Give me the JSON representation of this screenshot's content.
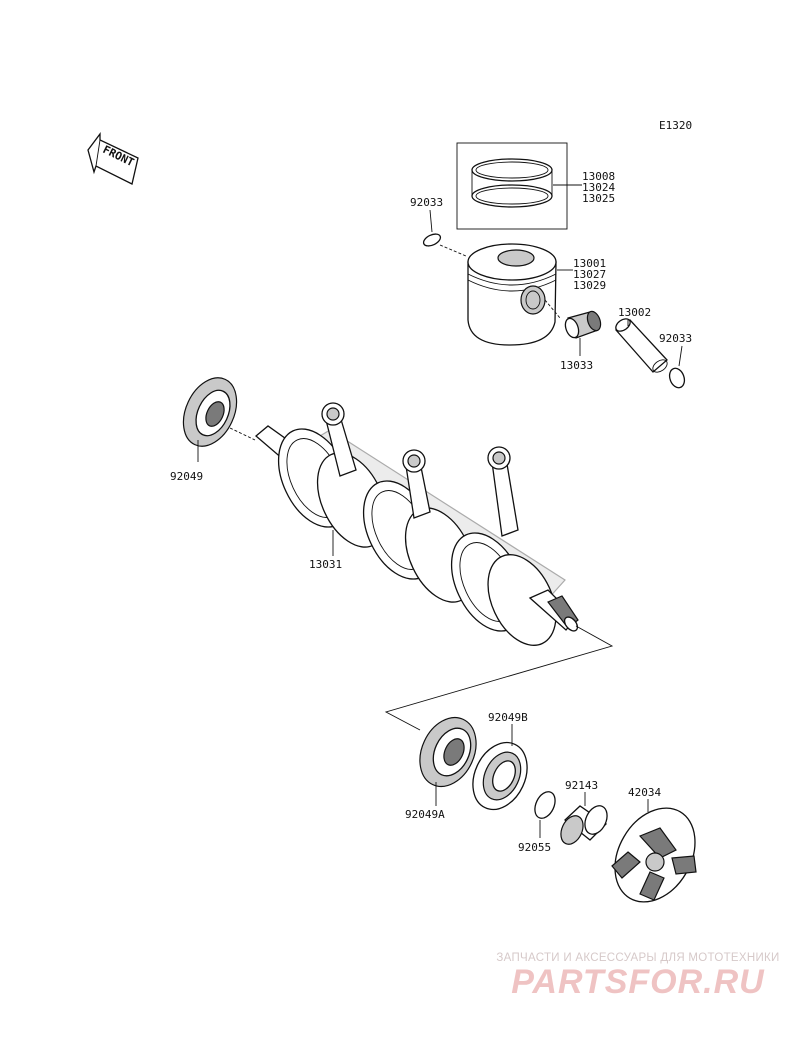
{
  "diagram_code": "E1320",
  "front_label": "FRONT",
  "parts": {
    "piston_ring_1": "13008",
    "piston_ring_2": "13024",
    "piston_ring_3": "13025",
    "circlip_left": "92033",
    "piston_1": "13001",
    "piston_2": "13027",
    "piston_3": "13029",
    "piston_pin": "13002",
    "circlip_right": "92033",
    "needle_bearing": "13033",
    "oil_seal_left": "92049",
    "crankshaft": "13031",
    "oil_seal_a": "92049A",
    "oil_seal_b": "92049B",
    "collar": "92143",
    "o_ring": "92055",
    "impeller": "42034"
  },
  "watermark": {
    "tagline": "ЗАПЧАСТИ И АКСЕССУАРЫ ДЛЯ МОТОТЕХНИКИ",
    "logo": "PARTSFOR.RU"
  }
}
